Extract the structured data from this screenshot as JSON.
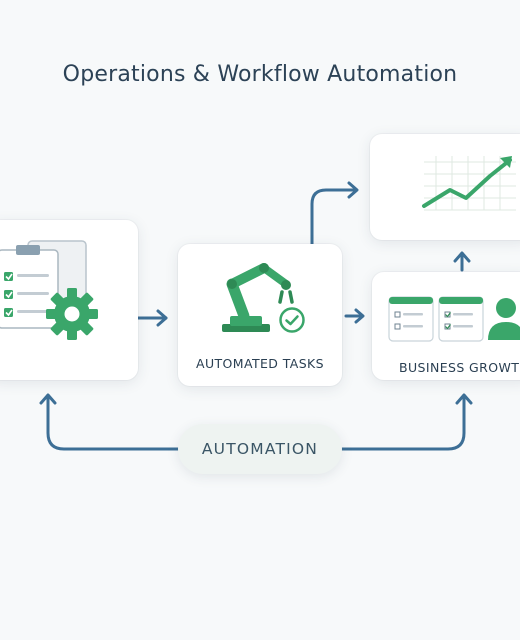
{
  "diagram": {
    "title": "Operations & Workflow Automation",
    "automated_tasks_label": "AUTOMATED TASKS",
    "business_growth_label": "BUSINESS GROWTH",
    "automation_label": "AUTOMATION"
  },
  "colors": {
    "title_text": "#2c4256",
    "arrow_blue": "#3d6f96",
    "accent_green": "#3aa66a",
    "dark_green": "#2e8a55",
    "pill_text": "#3a5566"
  },
  "icons": {
    "checklist_card": [
      "clipboard-checklist-icon",
      "gear-icon"
    ],
    "automated_tasks_card": [
      "robot-arm-icon",
      "check-circle-icon"
    ],
    "growth_chart_card": [
      "growth-chart-icon"
    ],
    "business_growth_card": [
      "task-board-icon",
      "user-icon"
    ]
  }
}
